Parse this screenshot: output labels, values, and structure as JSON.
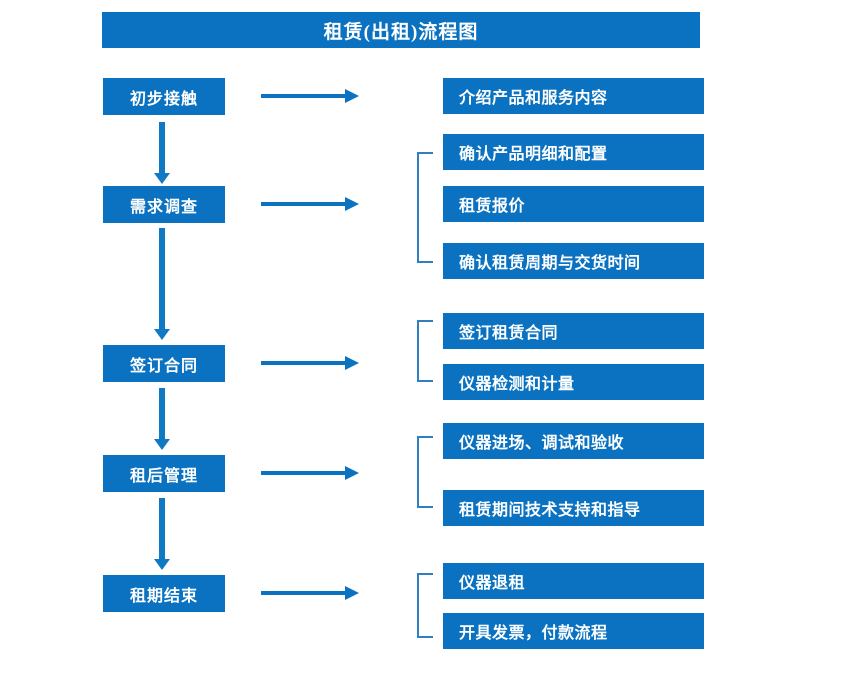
{
  "chart": {
    "type": "flowchart",
    "title": "租赁(出租)流程图",
    "accent_color": "#0a72c0",
    "text_color": "#ffffff",
    "background_color": "#ffffff",
    "bracket_color": "#2f7fc1"
  },
  "stages": [
    {
      "label": "初步接触"
    },
    {
      "label": "需求调查"
    },
    {
      "label": "签订合同"
    },
    {
      "label": "租后管理"
    },
    {
      "label": "租期结束"
    }
  ],
  "details": [
    {
      "label": "介绍产品和服务内容"
    },
    {
      "label": "确认产品明细和配置"
    },
    {
      "label": "租赁报价"
    },
    {
      "label": "确认租赁周期与交货时间"
    },
    {
      "label": "签订租赁合同"
    },
    {
      "label": "仪器检测和计量"
    },
    {
      "label": "仪器进场、调试和验收"
    },
    {
      "label": "租赁期间技术支持和指导"
    },
    {
      "label": "仪器退租"
    },
    {
      "label": "开具发票，付款流程"
    }
  ],
  "groups": [
    {
      "stage": "需求调查",
      "detail_labels": [
        "确认产品明细和配置",
        "租赁报价",
        "确认租赁周期与交货时间"
      ]
    },
    {
      "stage": "签订合同",
      "detail_labels": [
        "签订租赁合同",
        "仪器检测和计量"
      ]
    },
    {
      "stage": "租后管理",
      "detail_labels": [
        "仪器进场、调试和验收",
        "租赁期间技术支持和指导"
      ]
    },
    {
      "stage": "租期结束",
      "detail_labels": [
        "仪器退租",
        "开具发票，付款流程"
      ]
    }
  ],
  "flow_sequence": [
    "初步接触",
    "需求调查",
    "签订合同",
    "租后管理",
    "租期结束"
  ]
}
